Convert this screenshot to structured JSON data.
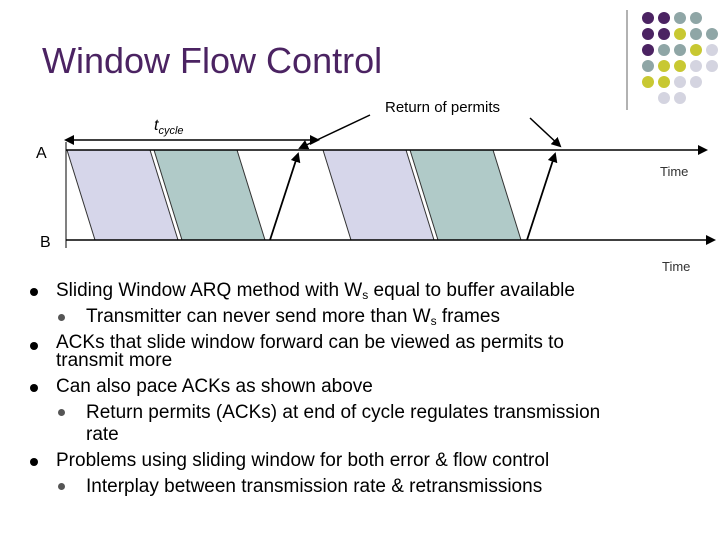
{
  "title": "Window Flow Control",
  "colors": {
    "title": "#4b2362",
    "frame_fill_a": "#d6d6ea",
    "frame_fill_b": "#b0cac8",
    "logo_purple": "#4b2362",
    "logo_teal": "#8fa6a6",
    "logo_olive": "#c8c832",
    "logo_gray": "#d4d4e0"
  },
  "diagram": {
    "t_cycle": "t",
    "t_cycle_sub": "cycle",
    "return_label": "Return of permits",
    "label_a": "A",
    "label_b": "B",
    "time_top": "Time",
    "time_bottom": "Time"
  },
  "bullets": {
    "b1_pre": "Sliding Window ARQ method with W",
    "b1_sub": "s",
    "b1_post": " equal to buffer available",
    "b1a_pre": "Transmitter can never send more than W",
    "b1a_sub": "s",
    "b1a_post": " frames",
    "b2_line1": "ACKs that slide window forward can be viewed as permits to",
    "b2_line2": "transmit more",
    "b3": "Can also pace ACKs as shown above",
    "b3a_line1": "Return permits (ACKs) at end of cycle regulates transmission",
    "b3a_line2": "rate",
    "b4": "Problems using sliding window for both error & flow control",
    "b4a": "Interplay between transmission rate & retransmissions"
  }
}
